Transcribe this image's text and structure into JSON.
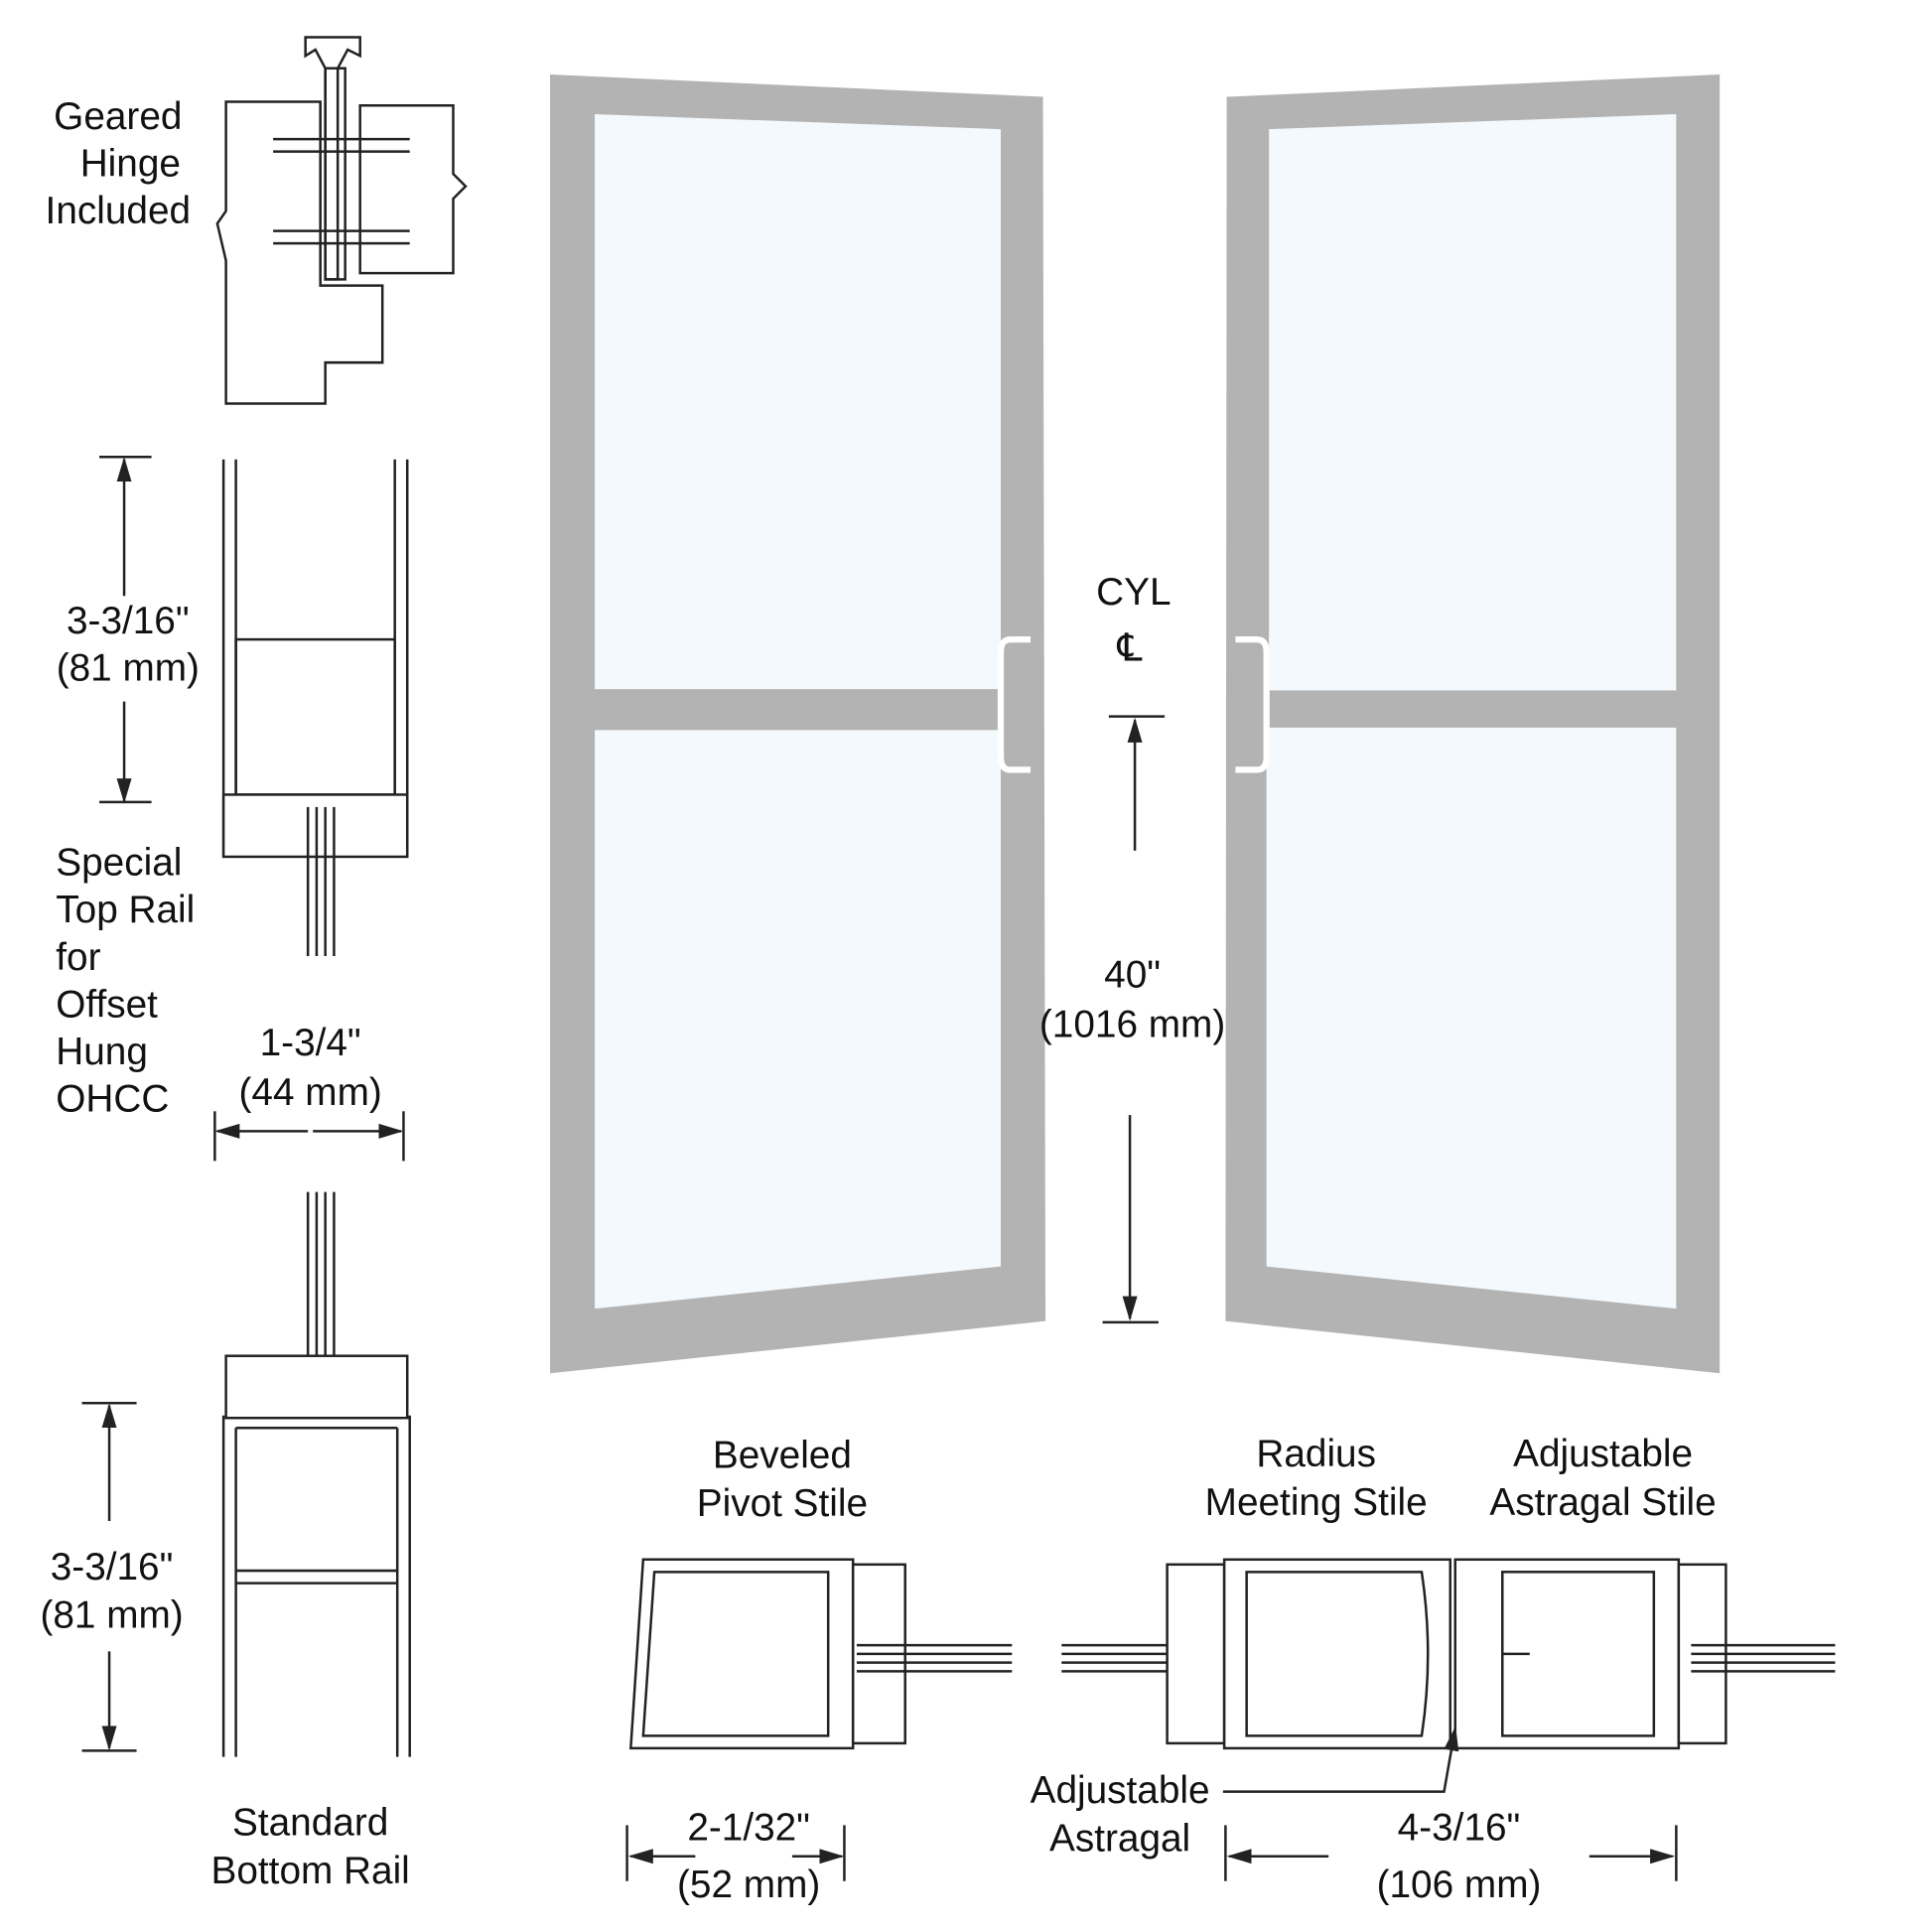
{
  "labels": {
    "geared_hinge": [
      "Geared",
      "Hinge",
      "Included"
    ],
    "top_rail_height": [
      "3-3/16\"",
      "(81 mm)"
    ],
    "special_top_rail": [
      "Special",
      "Top Rail",
      "for",
      "Offset",
      "Hung",
      "OHCC"
    ],
    "rail_width": [
      "1-3/4\"",
      "(44 mm)"
    ],
    "bottom_rail_height": [
      "3-3/16\"",
      "(81 mm)"
    ],
    "standard_bottom_rail": [
      "Standard",
      "Bottom Rail"
    ],
    "cyl": [
      "CYL",
      "℄"
    ],
    "handle_height": [
      "40\"",
      "(1016 mm)"
    ],
    "beveled_pivot_stile": [
      "Beveled",
      "Pivot Stile"
    ],
    "pivot_stile_width": [
      "2-1/32\"",
      "(52 mm)"
    ],
    "radius_meeting_stile": [
      "Radius",
      "Meeting Stile"
    ],
    "adjustable_astragal_stile": [
      "Adjustable",
      "Astragal Stile"
    ],
    "adjustable_astragal": [
      "Adjustable",
      "Astragal"
    ],
    "meeting_width": [
      "4-3/16\"",
      "(106 mm)"
    ]
  },
  "colors": {
    "frame": "#b3b3b3",
    "glass": "#f4f9fd",
    "line": "#222222"
  }
}
